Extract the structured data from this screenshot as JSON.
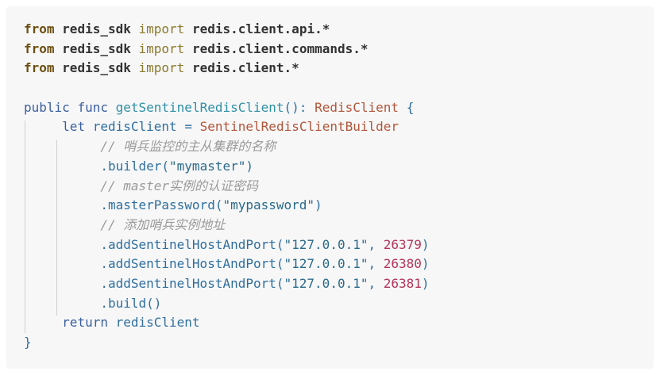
{
  "code": {
    "imports": [
      {
        "from": "from",
        "module": "redis_sdk",
        "import": "import",
        "target": "redis.client.api.*"
      },
      {
        "from": "from",
        "module": "redis_sdk",
        "import": "import",
        "target": "redis.client.commands.*"
      },
      {
        "from": "from",
        "module": "redis_sdk",
        "import": "import",
        "target": "redis.client.*"
      }
    ],
    "func": {
      "public": "public",
      "func": "func",
      "name": "getSentinelRedisClient",
      "params": "():",
      "return_type": "RedisClient",
      "open_brace": "{"
    },
    "let_line": {
      "let": "let",
      "var": "redisClient",
      "eq": "=",
      "builder": "SentinelRedisClientBuilder"
    },
    "chain": [
      {
        "kind": "comment",
        "text": "// 哨兵监控的主从集群的名称"
      },
      {
        "kind": "call",
        "method": ".builder(",
        "arg": "\"mymaster\"",
        "close": ")"
      },
      {
        "kind": "comment",
        "text": "// master实例的认证密码"
      },
      {
        "kind": "call",
        "method": ".masterPassword(",
        "arg": "\"mypassword\"",
        "close": ")"
      },
      {
        "kind": "comment",
        "text": "// 添加哨兵实例地址"
      },
      {
        "kind": "hostport",
        "method": ".addSentinelHostAndPort(",
        "host": "\"127.0.0.1\"",
        "sep": ", ",
        "port": "26379",
        "close": ")"
      },
      {
        "kind": "hostport",
        "method": ".addSentinelHostAndPort(",
        "host": "\"127.0.0.1\"",
        "sep": ", ",
        "port": "26380",
        "close": ")"
      },
      {
        "kind": "hostport",
        "method": ".addSentinelHostAndPort(",
        "host": "\"127.0.0.1\"",
        "sep": ", ",
        "port": "26381",
        "close": ")"
      },
      {
        "kind": "plain",
        "text": ".build()"
      }
    ],
    "return_line": {
      "return": "return",
      "var": "redisClient"
    },
    "close_brace": "}"
  }
}
